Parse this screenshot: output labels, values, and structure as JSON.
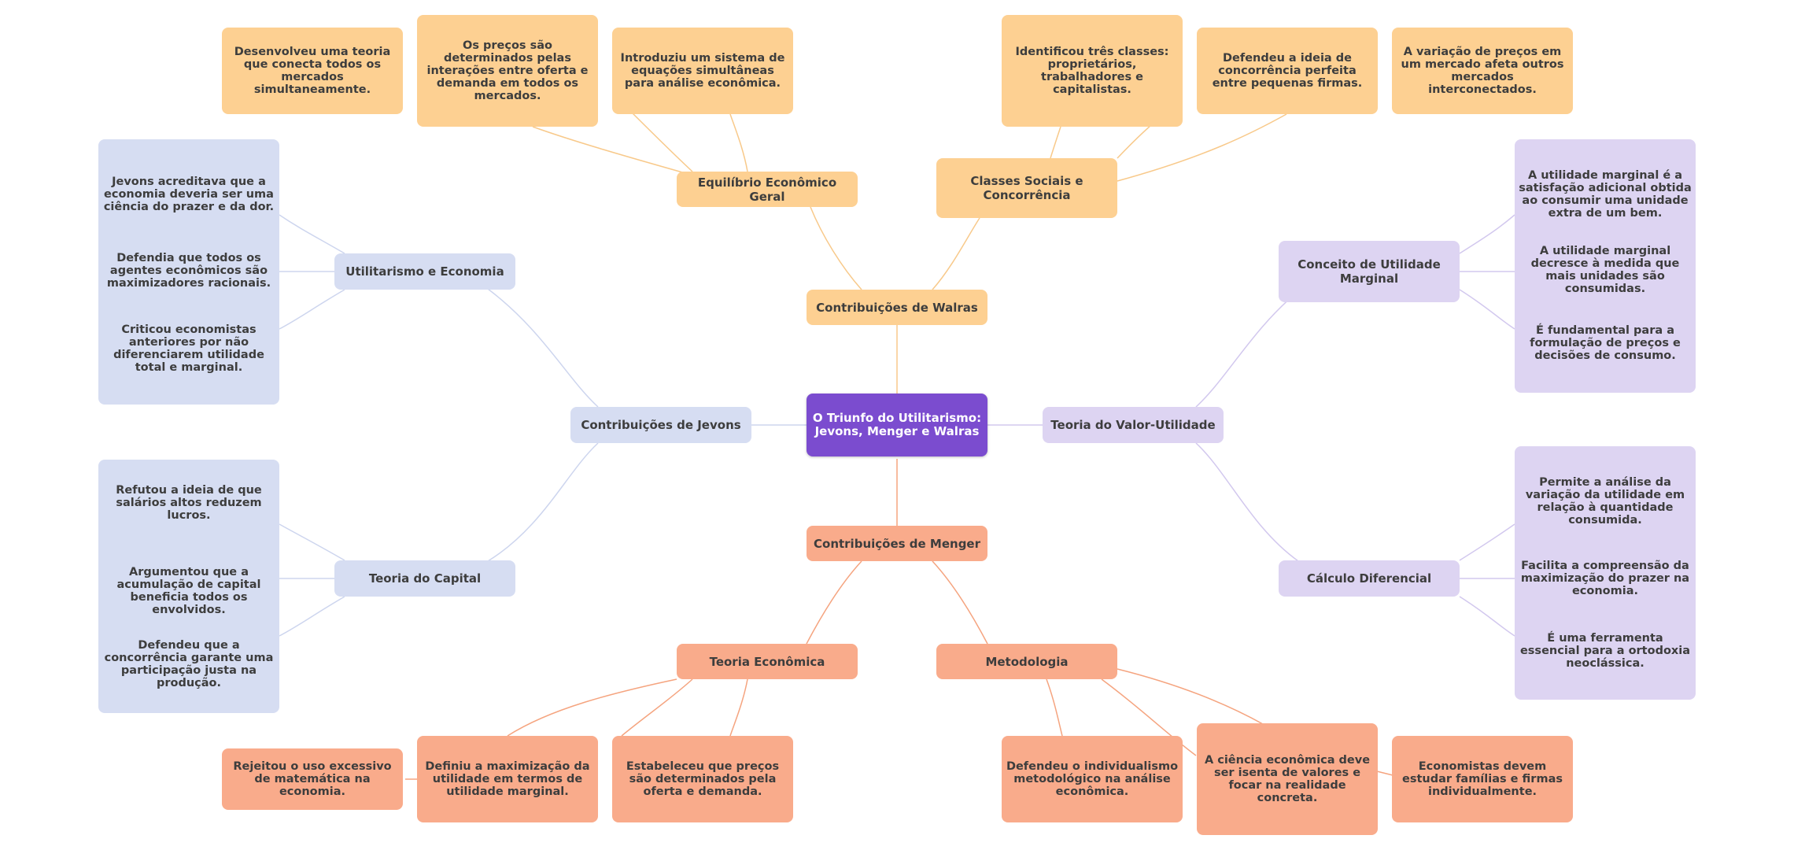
{
  "colors": {
    "root": "#7b4ccf",
    "walras": "#fdd092",
    "jevons": "#d6ddf2",
    "menger": "#f9ab8b",
    "valor": "#ddd4f2",
    "link_walras": "#f8c98a",
    "link_jevons": "#cdd5ee",
    "link_menger": "#f5a47f",
    "link_valor": "#d2c8ee"
  },
  "root": "O Triunfo do Utilitarismo: Jevons, Menger e Walras",
  "branches": {
    "walras": {
      "label": "Contribuições de Walras",
      "equilibrio": {
        "label": "Equilíbrio Econômico Geral",
        "leaves": [
          "Desenvolveu uma teoria que conecta todos os mercados simultaneamente.",
          "Os preços são determinados pelas interações entre oferta e demanda em todos os mercados.",
          "Introduziu um sistema de equações simultâneas para análise econômica."
        ]
      },
      "classes": {
        "label": "Classes Sociais e Concorrência",
        "leaves": [
          "Identificou três classes: proprietários, trabalhadores e capitalistas.",
          "Defendeu a ideia de concorrência perfeita entre pequenas firmas.",
          "A variação de preços em um mercado afeta outros mercados interconectados."
        ]
      }
    },
    "jevons": {
      "label": "Contribuições de Jevons",
      "utilitarismo": {
        "label": "Utilitarismo e Economia",
        "leaves": [
          "Jevons acreditava que a economia deveria ser uma ciência do prazer e da dor.",
          "Defendia que todos os agentes econômicos são maximizadores racionais.",
          "Criticou economistas anteriores por não diferenciarem utilidade total e marginal."
        ]
      },
      "capital": {
        "label": "Teoria do Capital",
        "leaves": [
          "Refutou a ideia de que salários altos reduzem lucros.",
          "Argumentou que a acumulação de capital beneficia todos os envolvidos.",
          "Defendeu que a concorrência garante uma participação justa na produção."
        ]
      }
    },
    "menger": {
      "label": "Contribuições de Menger",
      "teoria": {
        "label": "Teoria Econômica",
        "leaves": [
          "Rejeitou o uso excessivo de matemática na economia.",
          "Definiu a maximização da utilidade em termos de utilidade marginal.",
          "Estabeleceu que preços são determinados pela oferta e demanda."
        ]
      },
      "metodologia": {
        "label": "Metodologia",
        "leaves": [
          "Defendeu o individualismo metodológico na análise econômica.",
          "A ciência econômica deve ser isenta de valores e focar na realidade concreta.",
          "Economistas devem estudar famílias e firmas individualmente."
        ]
      }
    },
    "valor": {
      "label": "Teoria do Valor-Utilidade",
      "conceito": {
        "label": "Conceito de Utilidade Marginal",
        "leaves": [
          "A utilidade marginal é a satisfação adicional obtida ao consumir uma unidade extra de um bem.",
          "A utilidade marginal decresce à medida que mais unidades são consumidas.",
          "É fundamental para a formulação de preços e decisões de consumo."
        ]
      },
      "calculo": {
        "label": "Cálculo Diferencial",
        "leaves": [
          "Permite a análise da variação da utilidade em relação à quantidade consumida.",
          "Facilita a compreensão da maximização do prazer na economia.",
          "É uma ferramenta essencial para a ortodoxia neoclássica."
        ]
      }
    }
  }
}
